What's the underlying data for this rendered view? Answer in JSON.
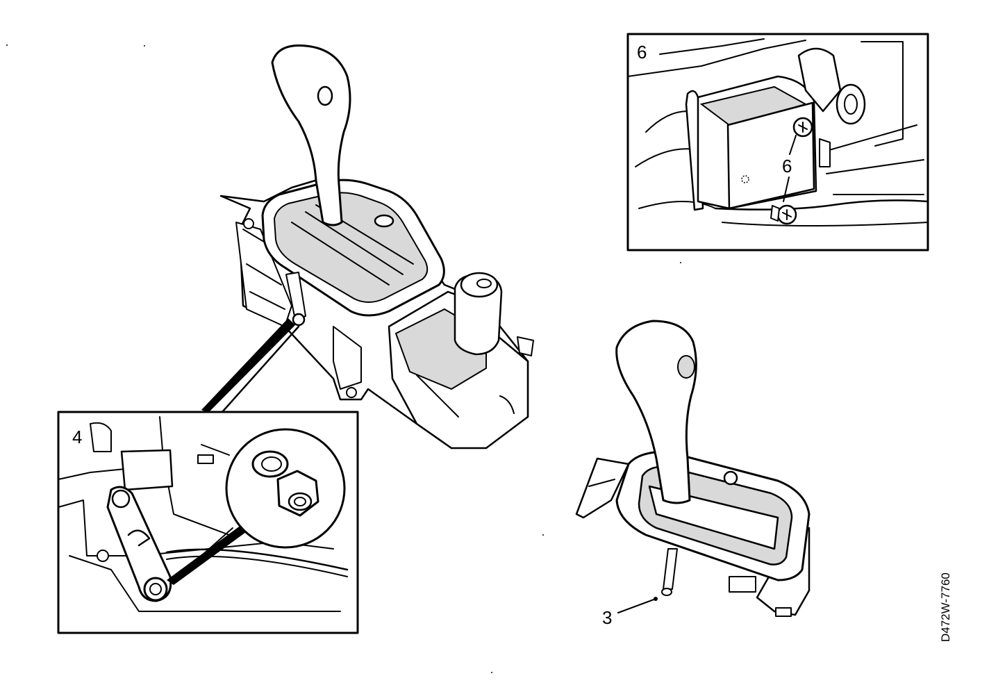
{
  "inset_top_right": {
    "label": "6"
  },
  "inset_bottom_left": {
    "label": "4"
  },
  "callouts": {
    "screw_6": "6",
    "pin_3": "3"
  },
  "figure_code": "D472W-7760"
}
